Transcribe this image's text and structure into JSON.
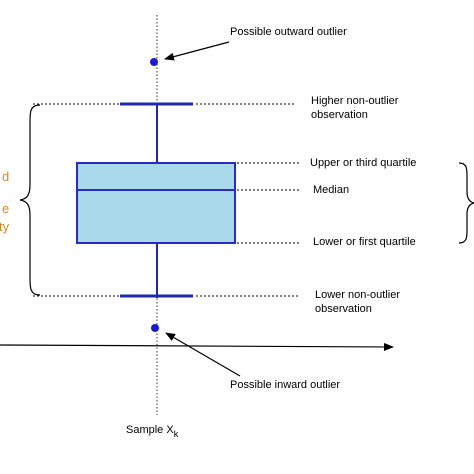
{
  "annotations": {
    "outward_outlier": "Possible outward outlier",
    "higher_obs_line1": "Higher non-outlier",
    "higher_obs_line2": "observation",
    "upper_quartile": "Upper or third quartile",
    "median": "Median",
    "lower_quartile": "Lower or first quartile",
    "lower_obs_line1": "Lower non-outlier",
    "lower_obs_line2": "observation",
    "inward_outlier": "Possible inward outlier",
    "sample_main": "Sample X",
    "sample_sub": "k"
  },
  "side_fragments": {
    "line1": "d",
    "line2": "e",
    "line3": "ty"
  },
  "colors": {
    "box_fill": "#a9d9ea",
    "box_stroke": "#2a2ac8",
    "whisker": "#1f2aa8",
    "outlier": "#1a1ad0",
    "side_text": "#c98a2e"
  }
}
